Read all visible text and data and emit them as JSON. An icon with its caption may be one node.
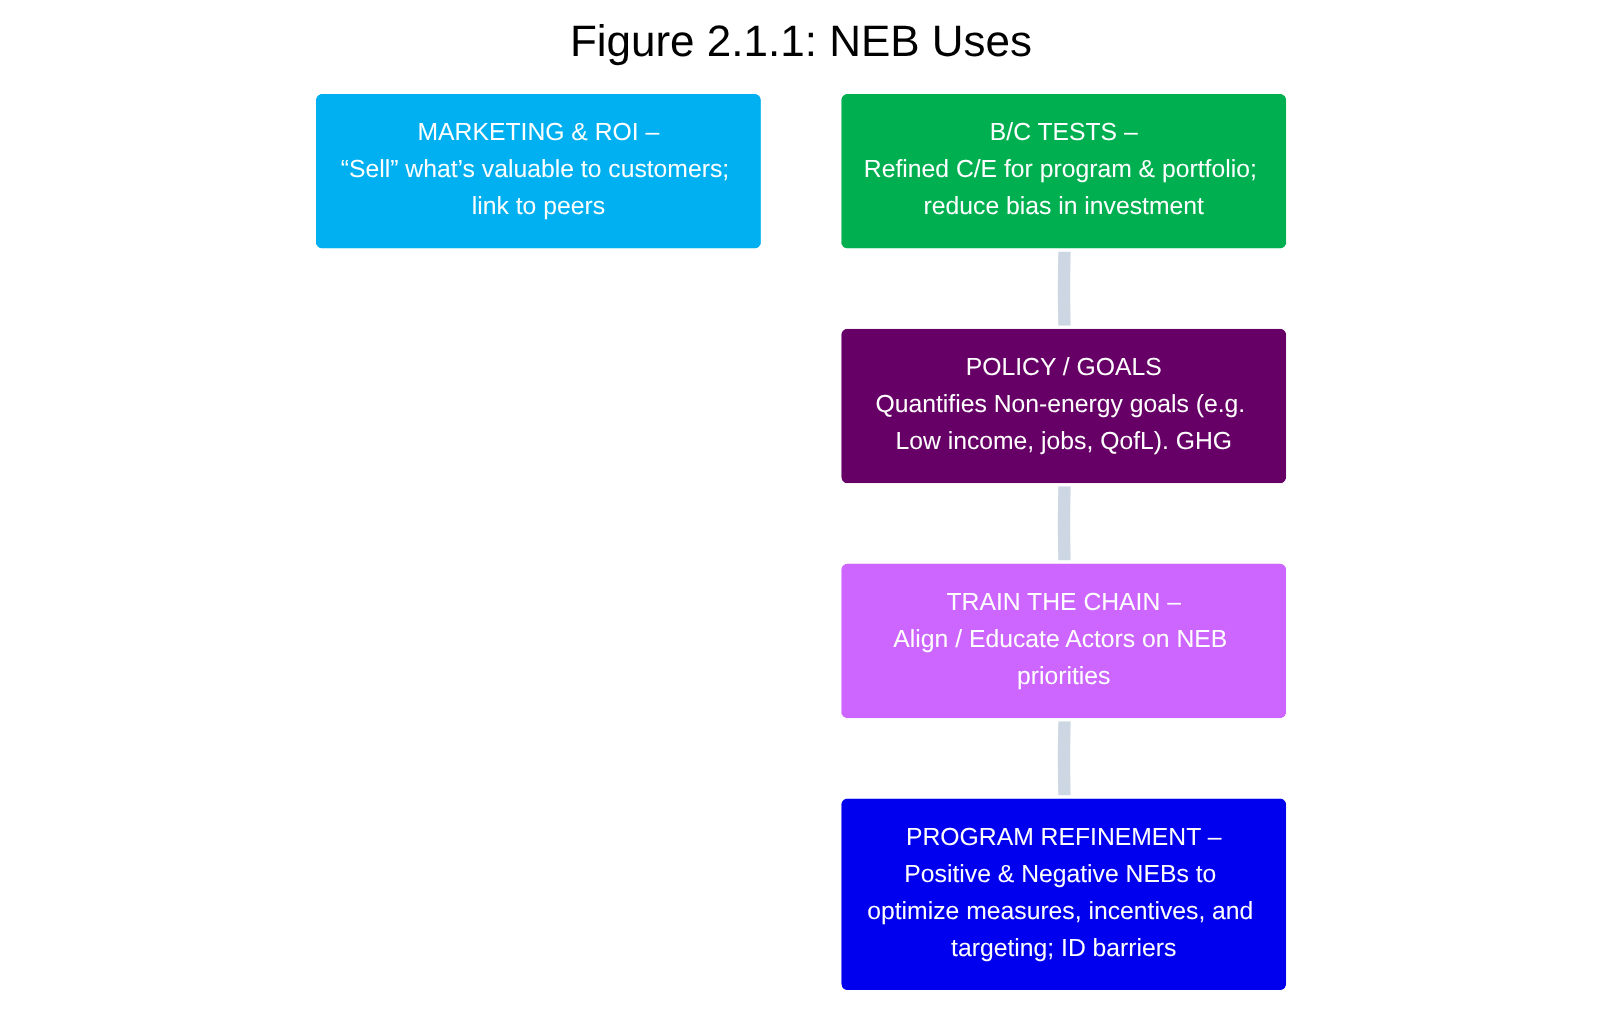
{
  "diagram": {
    "title": "Figure 2.1.1: NEB Uses",
    "nodes": [
      {
        "text": [
          "MARKETING & ROI –",
          "“Sell” what’s valuable to customers; link to peers"
        ]
      },
      {
        "text": [
          "B/C TESTS –",
          "Refined C/E for program & portfolio; reduce bias in investment"
        ]
      },
      {
        "text": [
          "PROGRAM REFINEMENT –",
          "Positive & Negative NEBs to optimize measures, incentives, and targeting; ID barriers"
        ]
      },
      {
        "text": [
          "POLICY / GOALS",
          "Quantifies Non-energy goals (e.g. Low income, jobs, QofL). GHG"
        ]
      },
      {
        "text": [
          "TRAIN THE CHAIN –",
          "Align / Educate Actors on NEB priorities"
        ]
      }
    ],
    "edges": [
      {
        "from": 1,
        "to": 3,
        "arrow": "none"
      },
      {
        "from": 3,
        "to": 4,
        "arrow": "none"
      },
      {
        "from": 4,
        "to": 2,
        "arrow": "none"
      }
    ]
  }
}
